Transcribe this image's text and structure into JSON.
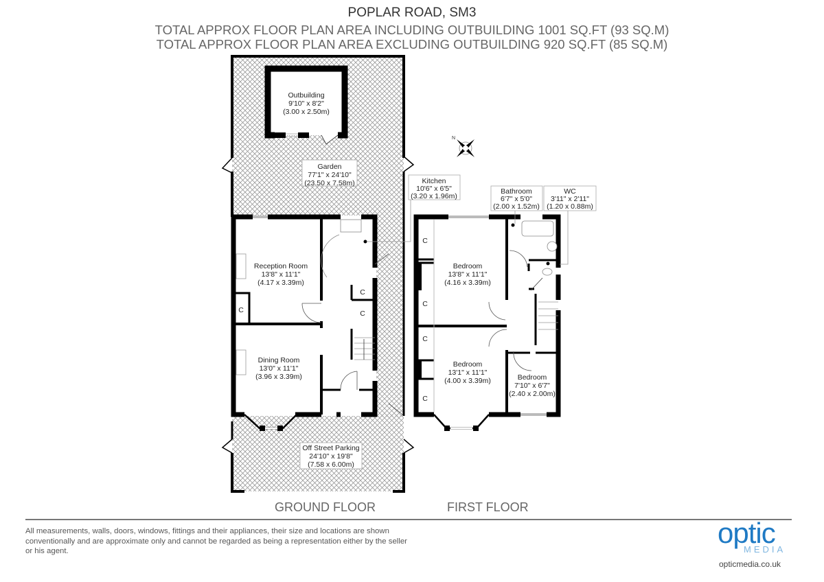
{
  "header": {
    "title": "POPLAR ROAD, SM3",
    "area_including": "TOTAL APPROX FLOOR PLAN AREA INCLUDING OUTBUILDING 1001 SQ.FT (93 SQ.M)",
    "area_excluding": "TOTAL APPROX FLOOR PLAN AREA  EXCLUDING OUTBUILDING 920 SQ.FT (85 SQ.M)"
  },
  "ground_floor": {
    "label": "GROUND FLOOR",
    "rooms": [
      {
        "name": "Outbuilding",
        "imperial": "9'10\" x 8'2\"",
        "metric": "(3.00 x 2.50m)"
      },
      {
        "name": "Garden",
        "imperial": "77'1\" x 24'10\"",
        "metric": "(23.50 x 7.58m)"
      },
      {
        "name": "Kitchen",
        "imperial": "10'6\" x 6'5\"",
        "metric": "(3.20 x 1.96m)"
      },
      {
        "name": "Reception Room",
        "imperial": "13'8\" x 11'1\"",
        "metric": "(4.17 x 3.39m)"
      },
      {
        "name": "Dining Room",
        "imperial": "13'0\" x 11'1\"",
        "metric": "(3.96 x 3.39m)"
      },
      {
        "name": "Off Street Parking",
        "imperial": "24'10\" x 19'8\"",
        "metric": "(7.58 x 6.00m)"
      }
    ],
    "cupboard_label": "C"
  },
  "first_floor": {
    "label": "FIRST FLOOR",
    "rooms": [
      {
        "name": "Bathroom",
        "imperial": "6'7\" x 5'0\"",
        "metric": "(2.00 x 1.52m)"
      },
      {
        "name": "WC",
        "imperial": "3'11\" x 2'11\"",
        "metric": "(1.20 x 0.88m)"
      },
      {
        "name": "Bedroom",
        "imperial": "13'8\" x 11'1\"",
        "metric": "(4.16 x 3.39m)"
      },
      {
        "name": "Bedroom",
        "imperial": "13'1\" x 11'1\"",
        "metric": "(4.00 x 3.39m)"
      },
      {
        "name": "Bedroom",
        "imperial": "7'10\" x 6'7\"",
        "metric": "(2.40 x 2.00m)"
      }
    ],
    "cupboard_label": "C"
  },
  "compass": {
    "icon": "compass-rose-icon",
    "north_label": "N"
  },
  "footer": {
    "disclaimer": "All measurements, walls, doors, windows, fittings and their appliances, their size and locations are shown conventionally and are approximate only and cannot be regarded as being a representation either by the seller or his agent.",
    "logo_top": "optic",
    "logo_bottom": "MEDIA",
    "url": "opticmedia.co.uk"
  },
  "colors": {
    "wall": "#000000",
    "hatch": "#9a9a9a",
    "header_text": "#666666",
    "logo_blue": "#1f7ac4",
    "logo_grey": "#8a8a8a",
    "logo_light_blue": "#7fb6e0"
  }
}
